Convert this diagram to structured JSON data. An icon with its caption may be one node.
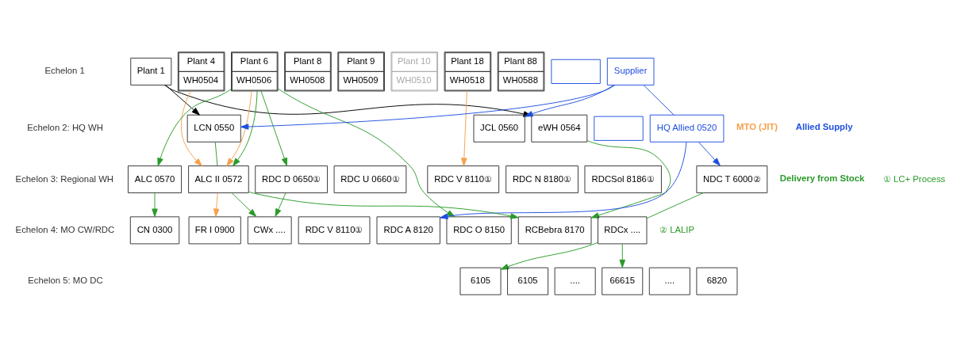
{
  "diagram": {
    "nodes": [
      {
        "text": [
          "Plant 1"
        ]
      },
      {
        "text": [
          "Plant 4",
          "WH0504"
        ]
      },
      {
        "text": [
          "Plant 6",
          "WH0506"
        ]
      },
      {
        "text": [
          "Plant 8",
          "WH0508"
        ]
      },
      {
        "text": [
          "Plant 9",
          "WH0509"
        ]
      },
      {
        "text": [
          "Plant 10",
          "WH0510"
        ]
      },
      {
        "text": [
          "Plant 18",
          "WH0518"
        ]
      },
      {
        "text": [
          "Plant 88",
          "WH0588"
        ]
      },
      {
        "text": [],
        "shape": "box"
      },
      {
        "text": [
          "Supplier"
        ]
      },
      {
        "text": [
          "LCN 0550"
        ]
      },
      {
        "text": [
          "JCL 0560"
        ]
      },
      {
        "text": [
          "eWH 0564"
        ]
      },
      {
        "text": [],
        "shape": "box"
      },
      {
        "text": [
          "HQ Allied 0520"
        ]
      },
      {
        "text": [
          "ALC 0570"
        ]
      },
      {
        "text": [
          "ALC II 0572"
        ]
      },
      {
        "text": [
          "RDC D 0650①"
        ]
      },
      {
        "text": [
          "RDC U 0660①"
        ]
      },
      {
        "text": [
          "RDC V 8110①"
        ]
      },
      {
        "text": [
          "RDC N 8180①"
        ]
      },
      {
        "text": [
          "RDCSol 8186①"
        ]
      },
      {
        "text": [
          "NDC T 6000②"
        ]
      },
      {
        "text": [
          "CN 0300"
        ]
      },
      {
        "text": [
          "FR I 0900"
        ]
      },
      {
        "text": [
          "CWx ...."
        ]
      },
      {
        "text": [
          "RDC V 8110①"
        ]
      },
      {
        "text": [
          "RDC A 8120"
        ]
      },
      {
        "text": [
          "RDC O 8150"
        ]
      },
      {
        "text": [
          "RCBebra 8170"
        ]
      },
      {
        "text": [
          "RDCx ...."
        ]
      },
      {
        "text": [
          "6105"
        ]
      },
      {
        "text": [
          "6105"
        ]
      },
      {
        "text": [
          "...."
        ]
      },
      {
        "text": [
          "66615"
        ]
      },
      {
        "text": [
          "...."
        ]
      },
      {
        "text": [
          "6820"
        ]
      }
    ],
    "edges": [
      {
        "from": 0,
        "to": 10,
        "arrow": "to",
        "color": "#000000"
      },
      {
        "from": 0,
        "to": 12,
        "arrow": "to",
        "color": "#000000"
      },
      {
        "from": 9,
        "to": 10,
        "arrow": "to",
        "color": "#1f4fe0"
      },
      {
        "from": 9,
        "to": 11,
        "arrow": "to",
        "color": "#1f4fe0"
      },
      {
        "from": 9,
        "to": 14,
        "arrow": "none",
        "color": "#1f4fe0"
      },
      {
        "from": 1,
        "to": 16,
        "arrow": "to",
        "color": "#f5a04a"
      },
      {
        "from": 2,
        "to": 16,
        "arrow": "to",
        "color": "#f5a04a"
      },
      {
        "from": 6,
        "to": 19,
        "arrow": "to",
        "color": "#f5a04a"
      },
      {
        "from": 2,
        "to": 15,
        "arrow": "to"
      },
      {
        "from": 2,
        "to": 16,
        "arrow": "to"
      },
      {
        "from": 2,
        "to": 17,
        "arrow": "to"
      },
      {
        "from": 2,
        "to": 28,
        "arrow": "to"
      },
      {
        "from": 10,
        "to": 16,
        "arrow": "none"
      },
      {
        "from": 14,
        "to": 22,
        "arrow": "to",
        "color": "#1f4fe0"
      },
      {
        "from": 14,
        "to": 27,
        "arrow": "to",
        "color": "#1f4fe0"
      },
      {
        "from": 15,
        "to": 23,
        "arrow": "to"
      },
      {
        "from": 16,
        "to": 24,
        "arrow": "to",
        "color": "#f5a04a"
      },
      {
        "from": 16,
        "to": 25,
        "arrow": "to"
      },
      {
        "from": 17,
        "to": 25,
        "arrow": "to"
      },
      {
        "from": 16,
        "to": 29,
        "arrow": "to"
      },
      {
        "from": 12,
        "to": 29,
        "arrow": "to"
      },
      {
        "from": 22,
        "to": 30,
        "arrow": "none"
      },
      {
        "from": 30,
        "to": 31,
        "arrow": "to"
      },
      {
        "from": 30,
        "to": 34,
        "arrow": "to"
      }
    ],
    "labels": [
      "Echelon 1",
      "Echelon 2: HQ WH",
      "MTO (JIT)",
      "Allied Supply",
      "Delivery from Stock",
      "Echelon 3: Regional WH",
      "① LC+ Process",
      "② LALIP",
      "Echelon 4: MO CW/RDC",
      "Echelon 5: MO DC"
    ]
  }
}
